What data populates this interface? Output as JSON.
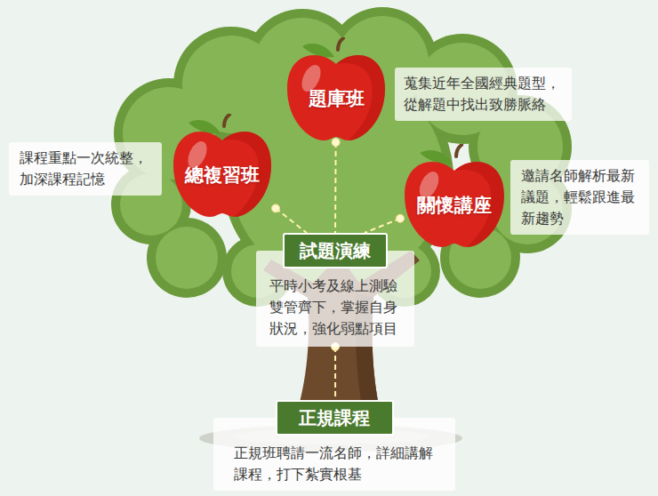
{
  "diagram": {
    "nodes": [
      {
        "text": [
          "題庫班"
        ]
      },
      {
        "text": [
          "蒐集近年全國經典題型， 從解題中找出致勝脈絡"
        ]
      },
      {
        "text": [
          "課程重點一次統整， 加深課程記憶"
        ]
      },
      {
        "text": [
          "總複習班"
        ]
      },
      {
        "text": [
          "關懷講座"
        ]
      },
      {
        "text": [
          "邀請名師解析最新 議題，輕鬆跟進最 新趨勢"
        ]
      },
      {
        "text": [
          "試題演練",
          "平時小考及線上測驗 雙管齊下，掌握自身 狀況，強化弱點項目"
        ]
      },
      {
        "text": [
          "正規課程",
          "正規班聘請一流名師，詳細講解 課程，打下紮實根基"
        ]
      }
    ],
    "edges": [
      {
        "from": 0,
        "to": 6,
        "arrow": "none"
      },
      {
        "from": 3,
        "to": 6,
        "arrow": "none"
      },
      {
        "from": 4,
        "to": 6,
        "arrow": "none"
      },
      {
        "from": 6,
        "to": 7,
        "arrow": "none"
      }
    ]
  }
}
